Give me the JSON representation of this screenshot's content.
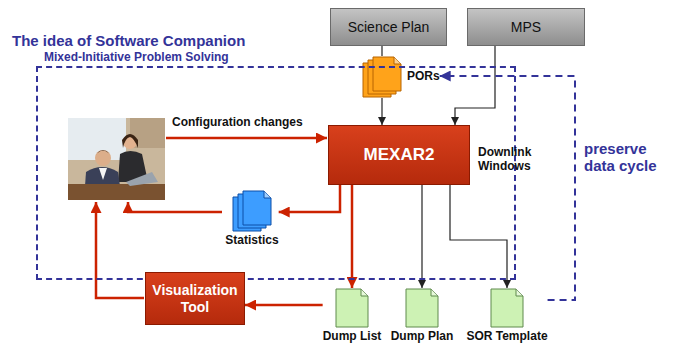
{
  "diagram": {
    "nodes": [
      {
        "text": [
          "Science Plan"
        ]
      },
      {
        "text": [
          "MPS"
        ]
      },
      {
        "text": [
          "PORs"
        ]
      },
      {
        "text": [
          "The idea of Software Companion",
          "Mixed-Initiative Problem Solving"
        ]
      },
      {
        "text": [
          "MEXAR2"
        ],
        "in": 3
      },
      {
        "text": [
          "Statistics"
        ],
        "in": 3
      },
      {
        "text": [
          "Visualization Tool"
        ]
      },
      {
        "text": [
          "Dump List"
        ]
      },
      {
        "text": [
          "Dump Plan"
        ]
      },
      {
        "text": [
          "SOR Template"
        ]
      }
    ],
    "edges": [
      {
        "from": 0,
        "to": 2,
        "arrow": "none"
      },
      {
        "from": 2,
        "to": 4,
        "arrow": "to"
      },
      {
        "from": 1,
        "to": 4,
        "arrow": "to",
        "label": "Downlink Windows"
      },
      {
        "from": 4,
        "to": 5,
        "arrow": "to"
      },
      {
        "from": 4,
        "to": 7,
        "arrow": "to"
      },
      {
        "from": 4,
        "to": 8,
        "arrow": "to"
      },
      {
        "from": 4,
        "to": 9,
        "arrow": "to"
      },
      {
        "from": 7,
        "to": 6,
        "arrow": "to"
      },
      {
        "from": 9,
        "to": 2,
        "arrow": "to",
        "label": "preserve data cycle"
      }
    ],
    "labels": [
      "Configuration changes"
    ]
  }
}
